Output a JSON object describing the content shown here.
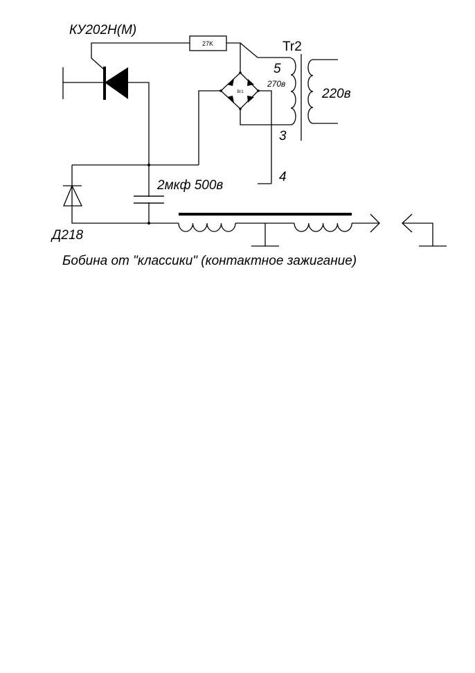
{
  "thyristor": {
    "label": "КУ202Н(М)"
  },
  "resistor": {
    "label": "27K"
  },
  "bridge": {
    "label": "Br1"
  },
  "transformer": {
    "label": "Tr2",
    "pin_top": "5",
    "pin_mid": "3",
    "pin_bottom": "4",
    "secondary_voltage": "270в",
    "primary_voltage": "220в"
  },
  "capacitor": {
    "label": "2мкф 500в"
  },
  "diode": {
    "label": "Д218"
  },
  "coil": {
    "caption": "Бобина от \"классики\" (контактное зажигание)"
  }
}
